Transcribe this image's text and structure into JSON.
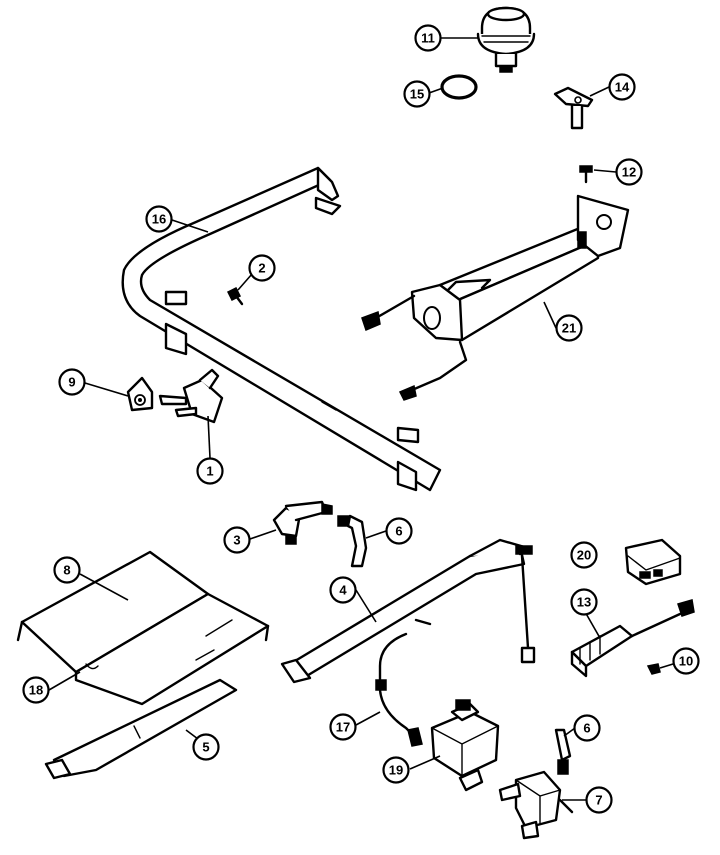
{
  "callouts": [
    {
      "id": "c11",
      "label": "11"
    },
    {
      "id": "c15",
      "label": "15"
    },
    {
      "id": "c14",
      "label": "14"
    },
    {
      "id": "c12",
      "label": "12"
    },
    {
      "id": "c16",
      "label": "16"
    },
    {
      "id": "c2",
      "label": "2"
    },
    {
      "id": "c21",
      "label": "21"
    },
    {
      "id": "c9",
      "label": "9"
    },
    {
      "id": "c1",
      "label": "1"
    },
    {
      "id": "c3",
      "label": "3"
    },
    {
      "id": "c6a",
      "label": "6"
    },
    {
      "id": "c20",
      "label": "20"
    },
    {
      "id": "c8",
      "label": "8"
    },
    {
      "id": "c4",
      "label": "4"
    },
    {
      "id": "c13",
      "label": "13"
    },
    {
      "id": "c18",
      "label": "18"
    },
    {
      "id": "c10",
      "label": "10"
    },
    {
      "id": "c5",
      "label": "5"
    },
    {
      "id": "c17",
      "label": "17"
    },
    {
      "id": "c6b",
      "label": "6"
    },
    {
      "id": "c19",
      "label": "19"
    },
    {
      "id": "c7",
      "label": "7"
    }
  ]
}
